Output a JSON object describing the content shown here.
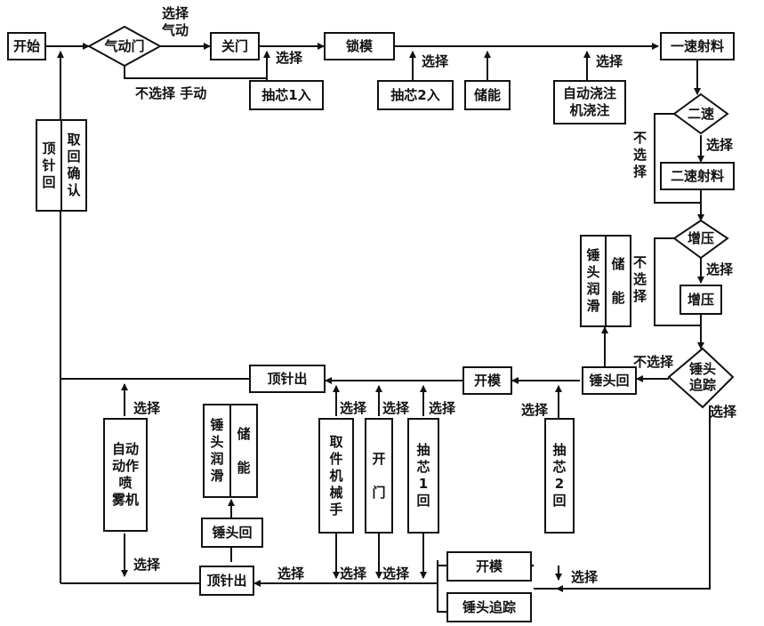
{
  "boxes": {
    "start": "开始",
    "close_door": "关门",
    "lock_mold": "锁模",
    "core_pull_1_in": "抽芯1入",
    "core_pull_2_in": "抽芯2入",
    "accumulate_top": "储能",
    "auto_pour": "自动浇注\n机浇注",
    "first_speed": "一速射料",
    "second_speed_shot": "二速射料",
    "pressurize": "增压",
    "hammer_return": "锤头回",
    "open_mold": "开模",
    "ejector_out": "顶针出",
    "auto_spray": "自动\n动作\n喷\n雾机",
    "take_manipulator": "取\n件\n机\n械\n手",
    "open_door": "开\n\n门",
    "core_1_return": "抽\n芯\n1\n回",
    "core_2_return": "抽\n芯\n2\n回",
    "hammer_return_bottom": "锤头回",
    "ejector_out_bottom": "顶针出",
    "open_mold_bottom": "开模",
    "hammer_track_bottom": "锤头追踪"
  },
  "pairs": {
    "left_top": [
      "顶\n针\n回",
      "取\n回\n确\n认"
    ],
    "right_mid": [
      "锤\n头\n润\n滑",
      "储\n\n能"
    ],
    "bottom_mid": [
      "锤\n头\n润\n滑",
      "储\n\n能"
    ]
  },
  "decisions": {
    "pneumatic_door": "气动门",
    "second_speed": "二速",
    "pressurize": "增压",
    "hammer_track": "锤头\n追踪"
  },
  "labels": {
    "select_pneumatic": "选择\n气动",
    "no_select_manual": "不选择  手动",
    "select": "选择",
    "not_select_v": "不\n选\n择",
    "not_select": "不选择"
  }
}
